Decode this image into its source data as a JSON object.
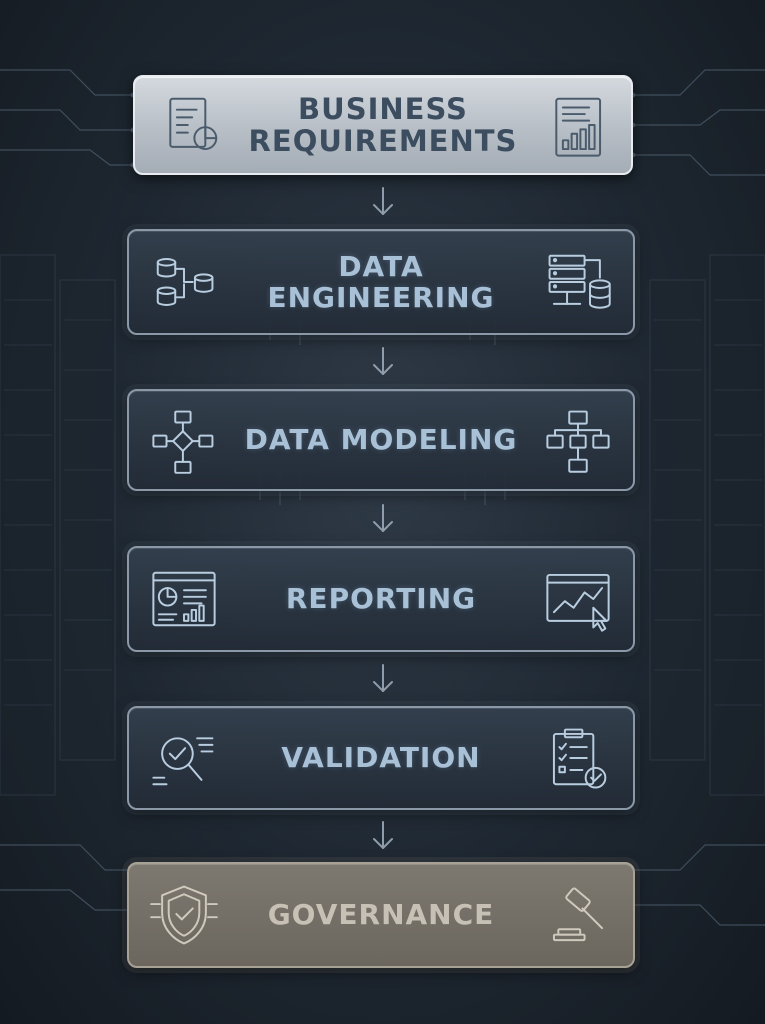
{
  "steps": [
    {
      "line1": "BUSINESS",
      "line2": "REQUIREMENTS",
      "style": "light",
      "icon_left": "document-pie-chart-icon",
      "icon_right": "report-bar-chart-icon"
    },
    {
      "line1": "DATA",
      "line2": "ENGINEERING",
      "style": "dark",
      "icon_left": "database-flow-icon",
      "icon_right": "server-database-icon"
    },
    {
      "line1": "DATA MODELING",
      "line2": "",
      "style": "dark",
      "icon_left": "flowchart-icon",
      "icon_right": "entity-diagram-icon"
    },
    {
      "line1": "REPORTING",
      "line2": "",
      "style": "dark",
      "icon_left": "dashboard-icon",
      "icon_right": "line-chart-cursor-icon"
    },
    {
      "line1": "VALIDATION",
      "line2": "",
      "style": "dark",
      "icon_left": "magnifier-check-icon",
      "icon_right": "checklist-clipboard-icon"
    },
    {
      "line1": "GOVERNANCE",
      "line2": "",
      "style": "tan",
      "icon_left": "shield-check-icon",
      "icon_right": "gavel-icon"
    }
  ],
  "colors": {
    "background": "#1e2731",
    "light_text": "#3c4d60",
    "dark_text": "#a9c1d6",
    "tan_text": "#c6c0b5",
    "icon_stroke": "#b9cde0"
  }
}
